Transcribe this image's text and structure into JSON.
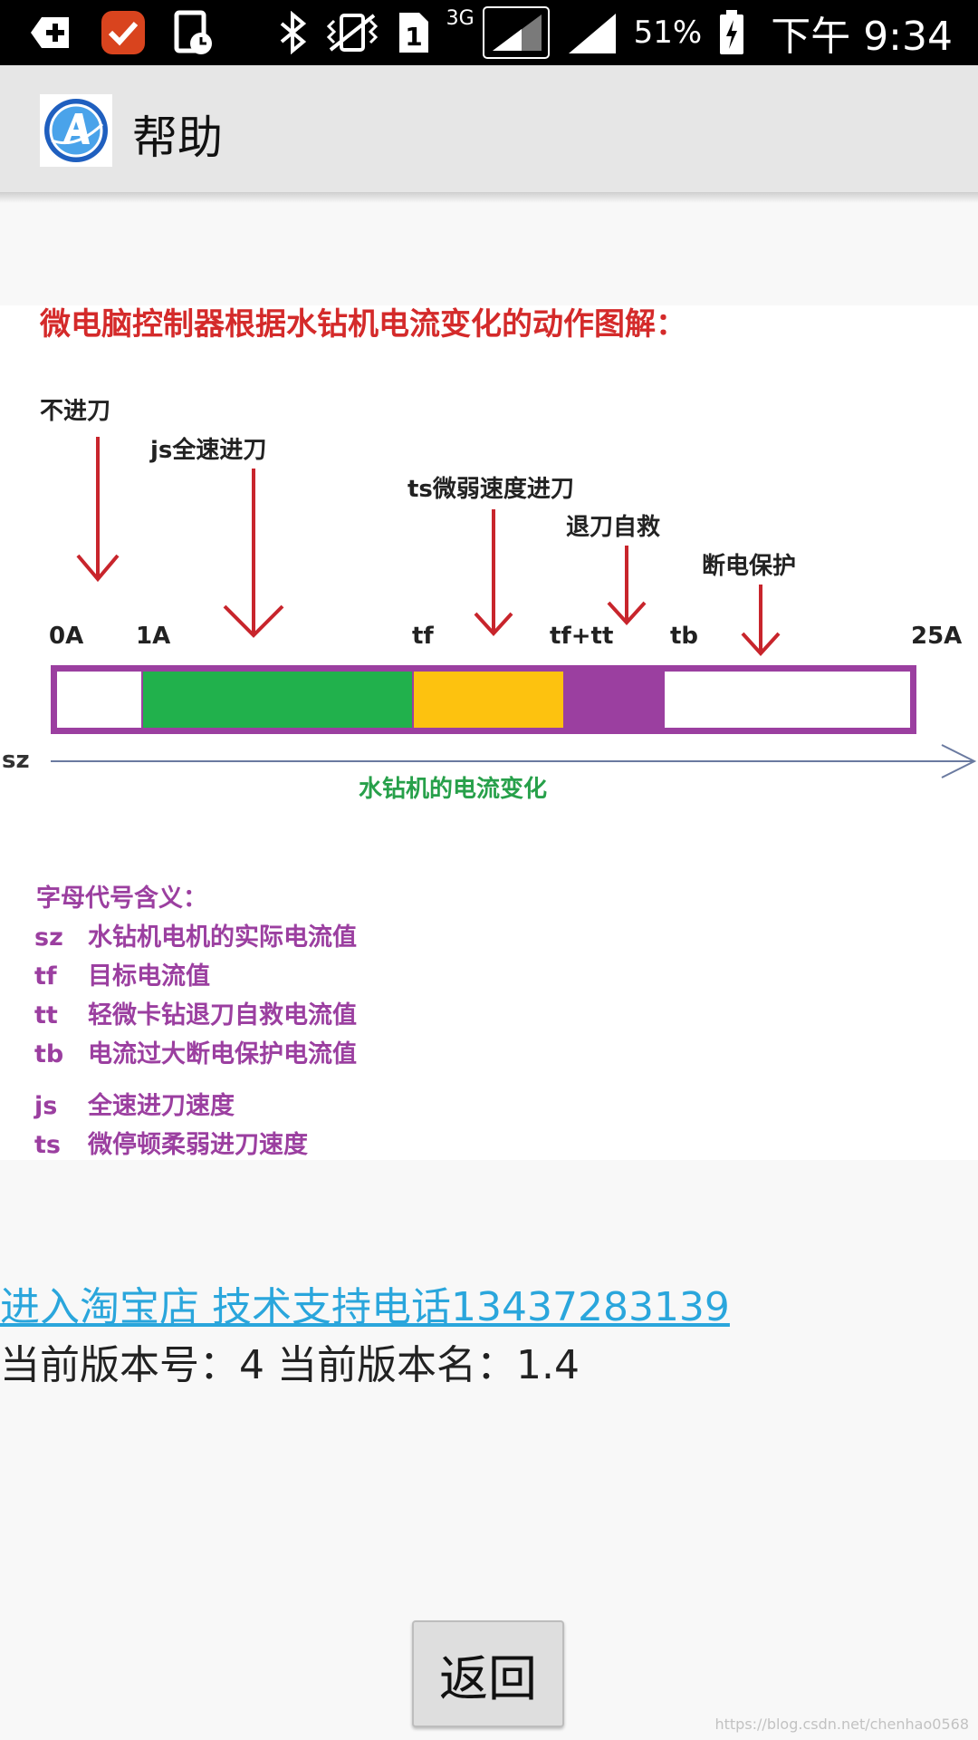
{
  "status_bar": {
    "network": "3G",
    "sim_slot": "1",
    "battery_percent": "51%",
    "time": "下午 9:34",
    "icons": [
      "add-box-icon",
      "task-check-icon",
      "clipboard-clock-icon",
      "bluetooth-icon",
      "vibrate-icon",
      "sim-1-icon",
      "signal-icon",
      "signal-icon",
      "battery-icon"
    ]
  },
  "action_bar": {
    "title": "帮助"
  },
  "help_figure": {
    "heading": "微电脑控制器根据水钻机电流变化的动作图解：",
    "arrows": {
      "no_feed": "不进刀",
      "full_speed": "js全速进刀",
      "weak_speed": "ts微弱速度进刀",
      "retract": "退刀自救",
      "power_off": "断电保护"
    },
    "scale": {
      "zero": "0A",
      "one": "1A",
      "tf": "tf",
      "tf_tt": "tf+tt",
      "tb": "tb",
      "max": "25A"
    },
    "axis_label": "sz",
    "axis_caption": "水钻机的电流变化",
    "legend_title": "字母代号含义：",
    "legend": [
      {
        "code": "sz",
        "meaning": "水钻机电机的实际电流值"
      },
      {
        "code": "tf",
        "meaning": "目标电流值"
      },
      {
        "code": "tt",
        "meaning": "轻微卡钻退刀自救电流值"
      },
      {
        "code": "tb",
        "meaning": "电流过大断电保护电流值"
      },
      {
        "code": "js",
        "meaning": "全速进刀速度"
      },
      {
        "code": "ts",
        "meaning": "微停顿柔弱进刀速度"
      }
    ],
    "colors": {
      "heading": "#d42a2a",
      "arrow": "#c8252c",
      "bar_frame": "#9b3fa0",
      "green": "#21b14c",
      "yellow": "#fdc20f",
      "purple": "#9b3fa0",
      "caption": "#27a04a",
      "legend": "#9b3fa0"
    }
  },
  "store_link": "进入淘宝店 技术支持电话13437283139",
  "version_text": "当前版本号：4 当前版本名：1.4",
  "back_button": "返回",
  "watermark": "https://blog.csdn.net/chenhao0568"
}
